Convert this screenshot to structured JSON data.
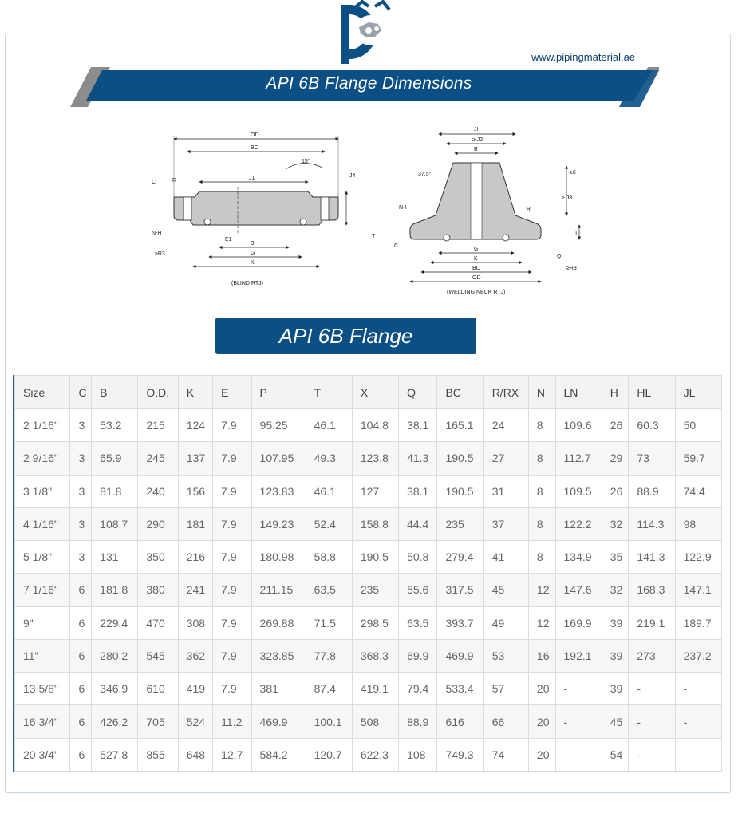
{
  "header": {
    "site_url": "www.pipingmaterial.ae",
    "title": "API 6B Flange Dimensions"
  },
  "diagram_labels": {
    "blind": {
      "od": "OD",
      "bc": "BC",
      "angle": "15°",
      "j1": "J1",
      "j4": "J4",
      "c": "C",
      "r": "R",
      "nh": "N-H",
      "r3": "≥R3",
      "e1": "E1",
      "b": "B",
      "g": "G",
      "k": "K",
      "t": "T",
      "caption": "(BLIND RTJ)"
    },
    "wn": {
      "ji": "JI",
      "j2": "≥ J2",
      "b": "B",
      "angle": "37.5°",
      "ge6": "≥6",
      "j3": "≥ J3",
      "nh": "N-H",
      "r": "R",
      "t": "T",
      "c": "C",
      "g": "G",
      "k": "K",
      "q": "Q",
      "bc": "BC",
      "od": "OD",
      "r3": "≥R3",
      "caption": "(WELDING NECK RTJ)"
    }
  },
  "subtitle": "API 6B Flange",
  "table": {
    "headers": [
      "Size",
      "C",
      "B",
      "O.D.",
      "K",
      "E",
      "P",
      "T",
      "X",
      "Q",
      "BC",
      "R/RX",
      "N",
      "LN",
      "H",
      "HL",
      "JL"
    ],
    "rows": [
      [
        "2 1/16\"",
        "3",
        "53.2",
        "215",
        "124",
        "7.9",
        "95.25",
        "46.1",
        "104.8",
        "38.1",
        "165.1",
        "24",
        "8",
        "109.6",
        "26",
        "60.3",
        "50"
      ],
      [
        "2 9/16\"",
        "3",
        "65.9",
        "245",
        "137",
        "7.9",
        "107.95",
        "49.3",
        "123.8",
        "41.3",
        "190.5",
        "27",
        "8",
        "112.7",
        "29",
        "73",
        "59.7"
      ],
      [
        "3 1/8\"",
        "3",
        "81.8",
        "240",
        "156",
        "7.9",
        "123.83",
        "46.1",
        "127",
        "38.1",
        "190.5",
        "31",
        "8",
        "109.5",
        "26",
        "88.9",
        "74.4"
      ],
      [
        "4 1/16\"",
        "3",
        "108.7",
        "290",
        "181",
        "7.9",
        "149.23",
        "52.4",
        "158.8",
        "44.4",
        "235",
        "37",
        "8",
        "122.2",
        "32",
        "114.3",
        "98"
      ],
      [
        "5 1/8\"",
        "3",
        "131",
        "350",
        "216",
        "7.9",
        "180.98",
        "58.8",
        "190.5",
        "50.8",
        "279.4",
        "41",
        "8",
        "134.9",
        "35",
        "141.3",
        "122.9"
      ],
      [
        "7 1/16\"",
        "6",
        "181.8",
        "380",
        "241",
        "7.9",
        "211.15",
        "63.5",
        "235",
        "55.6",
        "317.5",
        "45",
        "12",
        "147.6",
        "32",
        "168.3",
        "147.1"
      ],
      [
        "9\"",
        "6",
        "229.4",
        "470",
        "308",
        "7.9",
        "269.88",
        "71.5",
        "298.5",
        "63.5",
        "393.7",
        "49",
        "12",
        "169.9",
        "39",
        "219.1",
        "189.7"
      ],
      [
        "11\"",
        "6",
        "280.2",
        "545",
        "362",
        "7.9",
        "323.85",
        "77.8",
        "368.3",
        "69.9",
        "469.9",
        "53",
        "16",
        "192.1",
        "39",
        "273",
        "237.2"
      ],
      [
        "13 5/8\"",
        "6",
        "346.9",
        "610",
        "419",
        "7.9",
        "381",
        "87.4",
        "419.1",
        "79.4",
        "533.4",
        "57",
        "20",
        "-",
        "39",
        "-",
        "-"
      ],
      [
        "16 3/4\"",
        "6",
        "426.2",
        "705",
        "524",
        "11.2",
        "469.9",
        "100.1",
        "508",
        "88.9",
        "616",
        "66",
        "20",
        "-",
        "45",
        "-",
        "-"
      ],
      [
        "20 3/4\"",
        "6",
        "527.8",
        "855",
        "648",
        "12.7",
        "584.2",
        "120.7",
        "622.3",
        "108",
        "749.3",
        "74",
        "20",
        "-",
        "54",
        "-",
        "-"
      ]
    ]
  },
  "colors": {
    "brand_blue": "#0b4f84",
    "banner_grey": "#8c8c8c"
  }
}
